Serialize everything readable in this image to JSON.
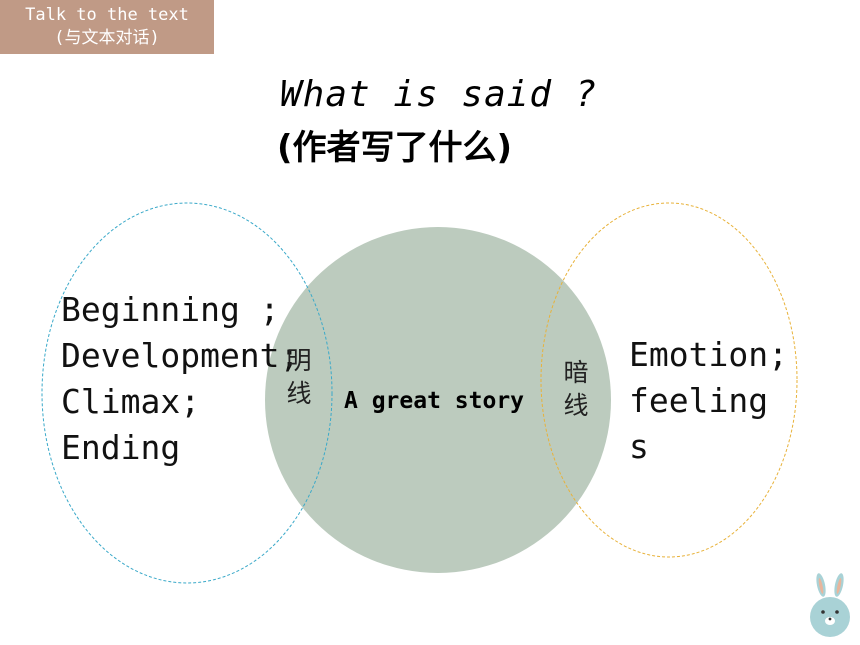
{
  "tag": {
    "line1": "Talk to the text",
    "line2": "(与文本对话)"
  },
  "title": "What is said ?",
  "subtitle": "(作者写了什么)",
  "left_items": [
    "Beginning ;",
    "Development;",
    "Climax;",
    "Ending"
  ],
  "left_vertical": [
    "明",
    "线"
  ],
  "center_label": "A great story",
  "right_vertical": [
    "暗",
    "线"
  ],
  "right_items": [
    "Emotion;",
    "feeling",
    "s"
  ],
  "colors": {
    "tag_bg": "#c09a86",
    "center_circle": "#bccbbe",
    "left_outline": "#3aa9c9",
    "right_outline": "#e8b23a"
  },
  "icons": {
    "corner": "bunny-icon"
  }
}
